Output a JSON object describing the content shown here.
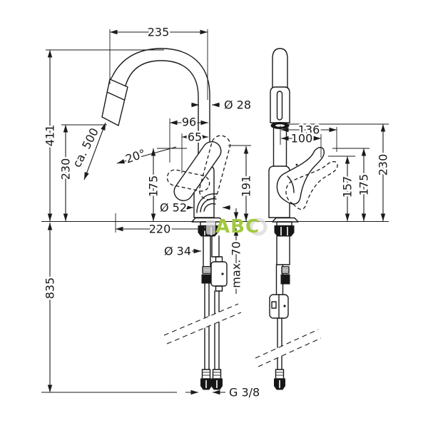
{
  "watermark": {
    "text": "ABC",
    "color": "#a2c93e"
  },
  "left_view": {
    "width_top": "235",
    "height_total": "411",
    "height_spray": "230",
    "hose_pullout": "ca. 500",
    "spout_diameter": "Ø 28",
    "offset_96": "96",
    "offset_65": "65",
    "swivel_angle": "20°",
    "height_handle": "175",
    "base_diameter": "Ø 52",
    "reach": "220",
    "shank_diameter": "Ø 34",
    "deck_thickness": "max. 70",
    "spout_clearance": "191",
    "height_below": "835",
    "thread": "G 3/8"
  },
  "right_view": {
    "offset_136": "136",
    "offset_100": "100",
    "height_157": "157",
    "height_175": "175",
    "height_230": "230"
  }
}
